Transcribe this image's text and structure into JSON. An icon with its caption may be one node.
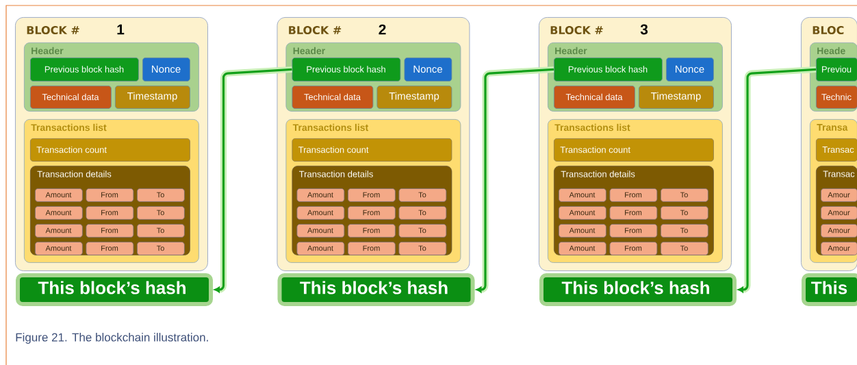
{
  "diagram": {
    "caption": "Figure 21. The blockchain illustration.",
    "nodes": [
      {
        "text": [
          "BLOCK #",
          "1"
        ]
      },
      {
        "text": [
          "Header"
        ],
        "in": 0
      },
      {
        "text": [
          "Previous block hash"
        ],
        "in": 1
      },
      {
        "text": [
          "Nonce"
        ],
        "in": 1
      },
      {
        "text": [
          "Technical data"
        ],
        "in": 1
      },
      {
        "text": [
          "Timestamp"
        ],
        "in": 1
      },
      {
        "text": [
          "Transactions list"
        ],
        "in": 0
      },
      {
        "text": [
          "Transaction count"
        ],
        "in": 6
      },
      {
        "text": [
          "Transaction details"
        ],
        "in": 6
      },
      {
        "text": [
          "Amount"
        ],
        "in": 8
      },
      {
        "text": [
          "From"
        ],
        "in": 8
      },
      {
        "text": [
          "To"
        ],
        "in": 8
      },
      {
        "text": [
          "Amount"
        ],
        "in": 8
      },
      {
        "text": [
          "From"
        ],
        "in": 8
      },
      {
        "text": [
          "To"
        ],
        "in": 8
      },
      {
        "text": [
          "Amount"
        ],
        "in": 8
      },
      {
        "text": [
          "From"
        ],
        "in": 8
      },
      {
        "text": [
          "To"
        ],
        "in": 8
      },
      {
        "text": [
          "Amount"
        ],
        "in": 8
      },
      {
        "text": [
          "From"
        ],
        "in": 8
      },
      {
        "text": [
          "To"
        ],
        "in": 8
      },
      {
        "text": [
          "This block’s hash"
        ]
      },
      {
        "text": [
          "BLOCK #",
          "2"
        ]
      },
      {
        "text": [
          "Header"
        ],
        "in": 22
      },
      {
        "text": [
          "Previous block hash"
        ],
        "in": 23
      },
      {
        "text": [
          "Nonce"
        ],
        "in": 23
      },
      {
        "text": [
          "Technical data"
        ],
        "in": 23
      },
      {
        "text": [
          "Timestamp"
        ],
        "in": 23
      },
      {
        "text": [
          "Transactions list"
        ],
        "in": 22
      },
      {
        "text": [
          "Transaction count"
        ],
        "in": 28
      },
      {
        "text": [
          "Transaction details"
        ],
        "in": 28
      },
      {
        "text": [
          "Amount"
        ],
        "in": 30
      },
      {
        "text": [
          "From"
        ],
        "in": 30
      },
      {
        "text": [
          "To"
        ],
        "in": 30
      },
      {
        "text": [
          "Amount"
        ],
        "in": 30
      },
      {
        "text": [
          "From"
        ],
        "in": 30
      },
      {
        "text": [
          "To"
        ],
        "in": 30
      },
      {
        "text": [
          "Amount"
        ],
        "in": 30
      },
      {
        "text": [
          "From"
        ],
        "in": 30
      },
      {
        "text": [
          "To"
        ],
        "in": 30
      },
      {
        "text": [
          "Amount"
        ],
        "in": 30
      },
      {
        "text": [
          "From"
        ],
        "in": 30
      },
      {
        "text": [
          "To"
        ],
        "in": 30
      },
      {
        "text": [
          "This block’s hash"
        ]
      },
      {
        "text": [
          "BLOCK #",
          "3"
        ]
      },
      {
        "text": [
          "Header"
        ],
        "in": 44
      },
      {
        "text": [
          "Previous block hash"
        ],
        "in": 45
      },
      {
        "text": [
          "Nonce"
        ],
        "in": 45
      },
      {
        "text": [
          "Technical data"
        ],
        "in": 45
      },
      {
        "text": [
          "Timestamp"
        ],
        "in": 45
      },
      {
        "text": [
          "Transactions list"
        ],
        "in": 44
      },
      {
        "text": [
          "Transaction count"
        ],
        "in": 50
      },
      {
        "text": [
          "Transaction details"
        ],
        "in": 50
      },
      {
        "text": [
          "Amount"
        ],
        "in": 52
      },
      {
        "text": [
          "From"
        ],
        "in": 52
      },
      {
        "text": [
          "To"
        ],
        "in": 52
      },
      {
        "text": [
          "Amount"
        ],
        "in": 52
      },
      {
        "text": [
          "From"
        ],
        "in": 52
      },
      {
        "text": [
          "To"
        ],
        "in": 52
      },
      {
        "text": [
          "Amount"
        ],
        "in": 52
      },
      {
        "text": [
          "From"
        ],
        "in": 52
      },
      {
        "text": [
          "To"
        ],
        "in": 52
      },
      {
        "text": [
          "Amount"
        ],
        "in": 52
      },
      {
        "text": [
          "From"
        ],
        "in": 52
      },
      {
        "text": [
          "To"
        ],
        "in": 52
      },
      {
        "text": [
          "This block’s hash"
        ]
      },
      {
        "text": [
          "BLOC"
        ]
      },
      {
        "text": [
          "Heade"
        ],
        "in": 66
      },
      {
        "text": [
          "Previou"
        ],
        "in": 67
      },
      {
        "text": [
          "Technic"
        ],
        "in": 67
      },
      {
        "text": [
          "Transa"
        ],
        "in": 66
      },
      {
        "text": [
          "Transac"
        ],
        "in": 70
      },
      {
        "text": [
          "Transac"
        ],
        "in": 70
      },
      {
        "text": [
          "Amour"
        ],
        "in": 72
      },
      {
        "text": [
          "Amour"
        ],
        "in": 72
      },
      {
        "text": [
          "Amour"
        ],
        "in": 72
      },
      {
        "text": [
          "Amour"
        ],
        "in": 72
      },
      {
        "text": [
          "This"
        ]
      }
    ],
    "edges": [
      {
        "from": 24,
        "to": 21,
        "arrow": "to"
      },
      {
        "from": 46,
        "to": 43,
        "arrow": "to"
      },
      {
        "from": 68,
        "to": 65,
        "arrow": "to"
      }
    ]
  }
}
